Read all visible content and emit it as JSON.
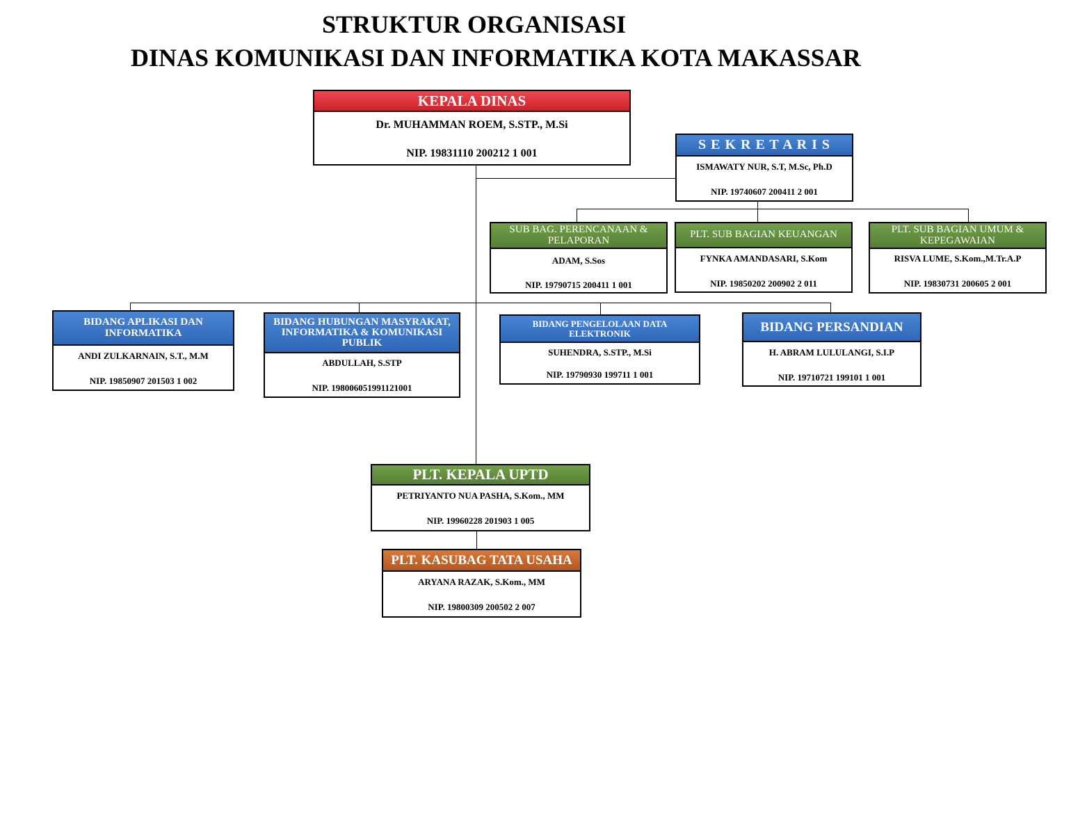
{
  "title": {
    "line1": "STRUKTUR ORGANISASI",
    "line2": "DINAS KOMUNIKASI DAN INFORMATIKA KOTA MAKASSAR"
  },
  "kepala_dinas": {
    "header": "KEPALA DINAS",
    "name": "Dr. MUHAMMAN ROEM, S.STP., M.Si",
    "nip": "NIP. 19831110 200212 1 001"
  },
  "sekretaris": {
    "header": "S E K R E T A R I S",
    "name": "ISMAWATY NUR, S.T, M.Sc, Ph.D",
    "nip": "NIP. 19740607 200411 2 001"
  },
  "sub_bagian": [
    {
      "header": "SUB BAG. PERENCANAAN & PELAPORAN",
      "name": "ADAM, S.Sos",
      "nip": "NIP. 19790715 200411 1 001"
    },
    {
      "header": "PLT. SUB BAGIAN KEUANGAN",
      "name": "FYNKA AMANDASARI, S.Kom",
      "nip": "NIP. 19850202 200902 2 011"
    },
    {
      "header": "PLT. SUB BAGIAN UMUM & KEPEGAWAIAN",
      "name": "RISVA LUME, S.Kom.,M.Tr.A.P",
      "nip": "NIP. 19830731 200605 2 001"
    }
  ],
  "bidang": [
    {
      "header": "BIDANG APLIKASI DAN INFORMATIKA",
      "name": "ANDI ZULKARNAIN, S.T., M.M",
      "nip": "NIP. 19850907 201503 1 002"
    },
    {
      "header": "BIDANG HUBUNGAN MASYRAKAT, INFORMATIKA & KOMUNIKASI PUBLIK",
      "name": "ABDULLAH, S.STP",
      "nip": "NIP. 198006051991121001"
    },
    {
      "header": "BIDANG PENGELOLAAN DATA ELEKTRONIK",
      "name": "SUHENDRA, S.STP., M.Si",
      "nip": "NIP. 19790930 199711 1 001"
    },
    {
      "header": "BIDANG PERSANDIAN",
      "name": "H. ABRAM LULULANGI, S.I.P",
      "nip": "NIP. 19710721 199101 1 001"
    }
  ],
  "uptd": {
    "header": "PLT. KEPALA UPTD",
    "name": "PETRIYANTO NUA PASHA, S.Kom., MM",
    "nip": "NIP. 19960228 201903 1 005"
  },
  "tata_usaha": {
    "header": "PLT. KASUBAG TATA USAHA",
    "name": "ARYANA RAZAK, S.Kom., MM",
    "nip": "NIP. 19800309 200502 2 007"
  },
  "colors": {
    "red": "#d8303a",
    "blue": "#3a76c6",
    "green": "#64903f",
    "orange": "#c46628"
  }
}
